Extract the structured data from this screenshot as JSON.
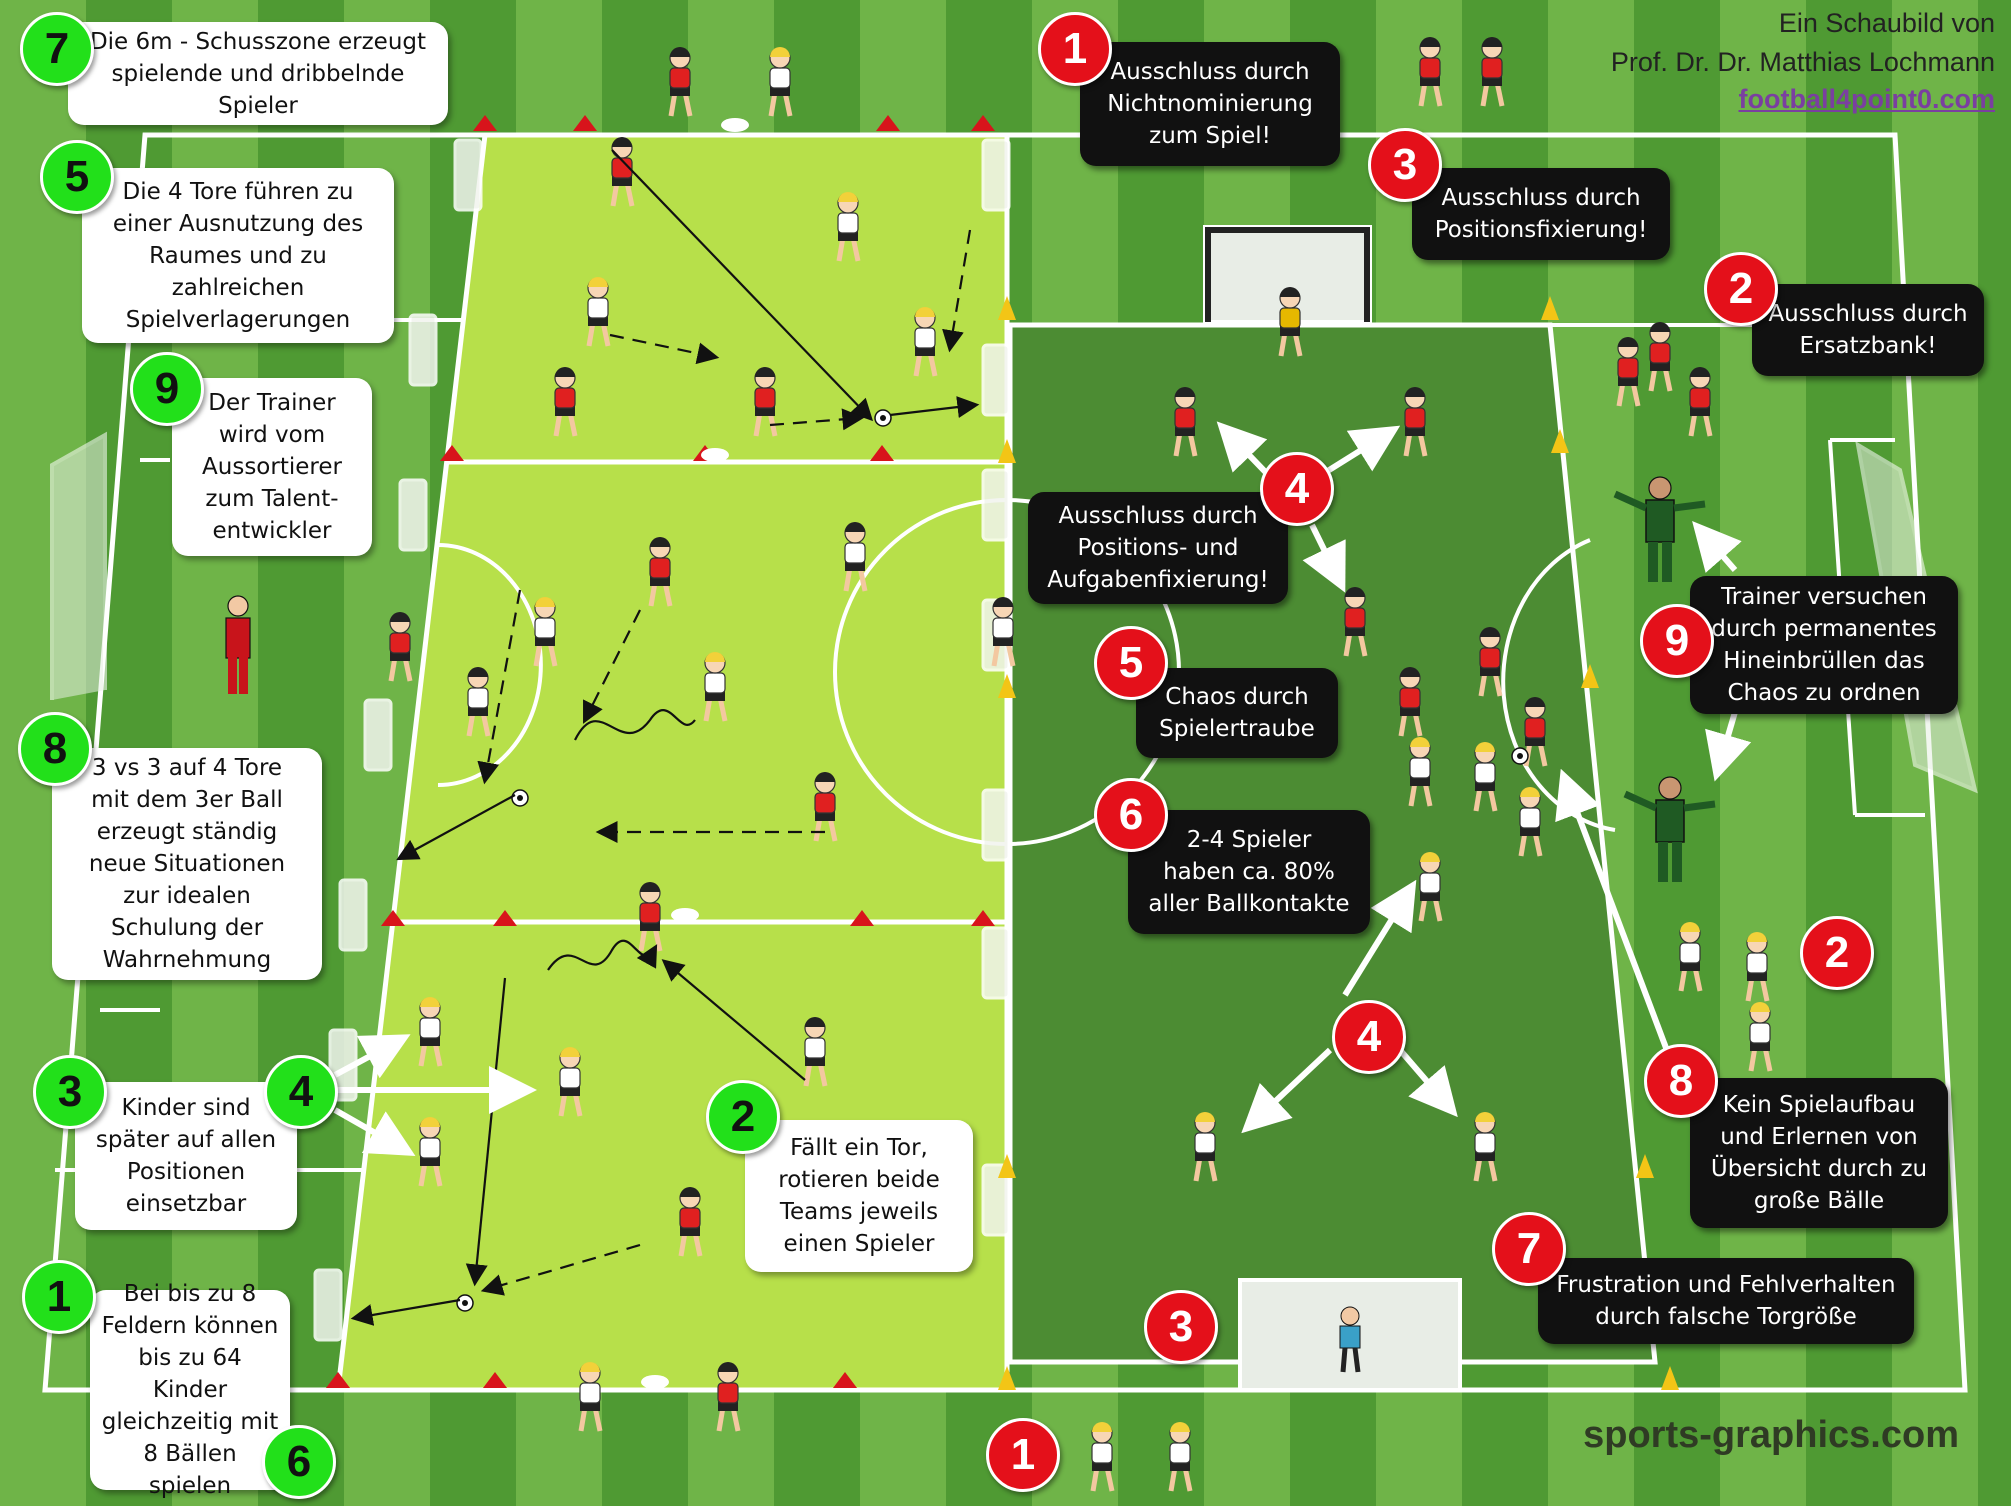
{
  "credits": {
    "line1": "Ein Schaubild von",
    "line2": "Prof. Dr. Dr. Matthias Lochmann",
    "link": "football4point0.com"
  },
  "brand": "sports-graphics.com",
  "left_notes": [
    {
      "number": "7",
      "lines": [
        "Die 6m - Schusszone erzeugt",
        "spielende und dribbelnde",
        "Spieler"
      ]
    },
    {
      "number": "5",
      "lines": [
        "Die 4 Tore führen zu",
        "einer Ausnutzung  des",
        "Raumes und zu",
        "zahlreichen",
        "Spielverlagerungen"
      ]
    },
    {
      "number": "9",
      "lines": [
        "Der Trainer",
        "wird vom",
        "Aussortierer",
        "zum Talent-",
        "entwickler"
      ]
    },
    {
      "number": "8",
      "lines": [
        "3 vs 3 auf 4 Tore",
        "mit dem 3er Ball",
        "erzeugt ständig",
        "neue Situationen",
        "zur idealen",
        "Schulung der",
        "Wahrnehmung"
      ]
    },
    {
      "number": "3",
      "lines": [
        "Kinder sind",
        "später auf allen",
        "Positionen",
        "einsetzbar"
      ]
    },
    {
      "number": "4",
      "lines": []
    },
    {
      "number": "2",
      "lines": [
        "Fällt ein Tor,",
        "rotieren  beide",
        "Teams jeweils",
        "einen Spieler"
      ]
    },
    {
      "number": "1",
      "lines": [
        "Bei bis zu 8",
        "Feldern können",
        "bis zu 64 Kinder",
        "gleichzeitig  mit",
        "8 Bällen  spielen"
      ]
    },
    {
      "number": "6",
      "lines": []
    }
  ],
  "right_notes": [
    {
      "number": "1",
      "lines": [
        "Ausschluss durch",
        "Nichtnominierung",
        "zum Spiel!"
      ]
    },
    {
      "number": "3",
      "lines": [
        "Ausschluss durch",
        "Positionsfixierung!"
      ]
    },
    {
      "number": "2",
      "lines": [
        "Ausschluss durch",
        "Ersatzbank!"
      ]
    },
    {
      "number": "4",
      "lines": [
        "Ausschluss durch",
        "Positions-  und",
        "Aufgabenfixierung!"
      ]
    },
    {
      "number": "5",
      "lines": [
        "Chaos durch",
        "Spielertraube"
      ]
    },
    {
      "number": "6",
      "lines": [
        "2-4 Spieler",
        "haben ca. 80%",
        "aller Ballkontakte"
      ]
    },
    {
      "number": "9",
      "lines": [
        "Trainer versuchen",
        "durch  permanentes",
        "Hineinbrüllen  das",
        "Chaos zu ordnen"
      ]
    },
    {
      "number": "8",
      "lines": [
        "Kein Spielaufbau",
        "und Erlernen  von",
        "Übersicht  durch zu",
        "große Bälle"
      ]
    },
    {
      "number": "7",
      "lines": [
        "Frustration  und Fehlverhalten",
        "durch  falsche Torgröße"
      ]
    },
    {
      "number": "2",
      "lines": []
    },
    {
      "number": "4",
      "lines": []
    },
    {
      "number": "3",
      "lines": []
    },
    {
      "number": "1",
      "lines": []
    }
  ],
  "colors": {
    "grass_dark": "#4f9a33",
    "grass_light": "#6fb448",
    "small_field": "#b7e04a",
    "big_field": "#4c8c33",
    "badge_green": "#22e01a",
    "badge_red": "#e4101a",
    "team_red": "#e02020",
    "team_white": "#ffffff",
    "hair_yellow": "#f2d13a",
    "coach": "#1f5a23"
  }
}
